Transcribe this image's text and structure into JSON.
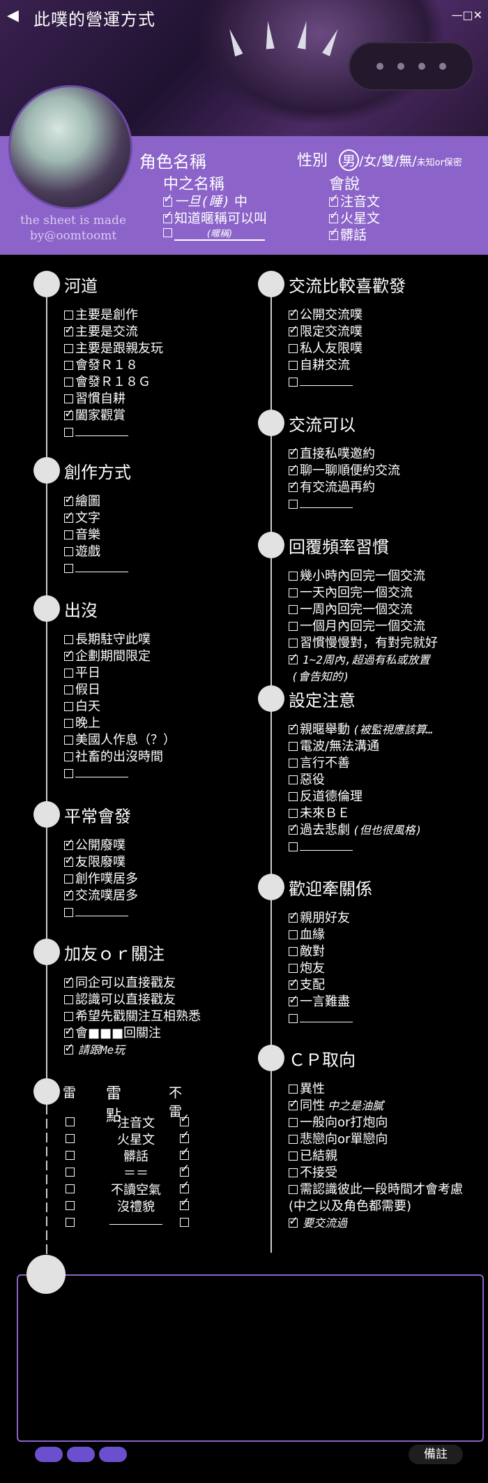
{
  "window": {
    "title": "此噗的營運方式",
    "controls": "—□✕"
  },
  "profile": {
    "credit": "the sheet is made by@oomtoomt",
    "role_name_label": "角色名稱",
    "gender_label": "性別",
    "gender_selected": "男",
    "gender_rest": "/女/雙/無/",
    "gender_small": "未知or保密",
    "nakanohito_label": "中之名稱",
    "nakanohito_opts": [
      {
        "checked": true,
        "text": "一旦(睡)",
        "suffix": "中"
      },
      {
        "checked": true,
        "text": "知道暱稱可以叫"
      },
      {
        "checked": false,
        "blank": "(暱稱)"
      }
    ],
    "speaks_label": "會說",
    "speaks_opts": [
      {
        "checked": true,
        "text": "注音文"
      },
      {
        "checked": true,
        "text": "火星文"
      },
      {
        "checked": true,
        "text": "髒話"
      }
    ]
  },
  "sections": {
    "hedao": {
      "title": "河道",
      "items": [
        {
          "checked": false,
          "text": "主要是創作"
        },
        {
          "checked": true,
          "text": "主要是交流"
        },
        {
          "checked": false,
          "text": "主要是跟親友玩"
        },
        {
          "checked": false,
          "text": "會發Ｒ１８"
        },
        {
          "checked": false,
          "text": "會發Ｒ１８Ｇ"
        },
        {
          "checked": false,
          "text": "習慣自耕"
        },
        {
          "checked": true,
          "text": "闔家觀賞"
        },
        {
          "checked": false,
          "text": ""
        }
      ]
    },
    "chuangzuo": {
      "title": "創作方式",
      "items": [
        {
          "checked": true,
          "text": "繪圖"
        },
        {
          "checked": true,
          "text": "文字"
        },
        {
          "checked": false,
          "text": "音樂"
        },
        {
          "checked": false,
          "text": "遊戲"
        },
        {
          "checked": false,
          "text": ""
        }
      ]
    },
    "chumo": {
      "title": "出沒",
      "items": [
        {
          "checked": false,
          "text": "長期駐守此噗"
        },
        {
          "checked": true,
          "text": "企劃期間限定"
        },
        {
          "checked": false,
          "text": "平日"
        },
        {
          "checked": false,
          "text": "假日"
        },
        {
          "checked": false,
          "text": "白天"
        },
        {
          "checked": false,
          "text": "晚上"
        },
        {
          "checked": false,
          "text": "美國人作息（？）"
        },
        {
          "checked": false,
          "text": "社畜的出沒時間"
        },
        {
          "checked": false,
          "text": ""
        }
      ]
    },
    "pingchang": {
      "title": "平常會發",
      "items": [
        {
          "checked": true,
          "text": "公開廢噗"
        },
        {
          "checked": true,
          "text": "友限廢噗"
        },
        {
          "checked": false,
          "text": "創作噗居多"
        },
        {
          "checked": true,
          "text": "交流噗居多"
        },
        {
          "checked": false,
          "text": ""
        }
      ]
    },
    "jiayou": {
      "title": "加友ｏｒ關注",
      "items": [
        {
          "checked": true,
          "text": "同企可以直接戳友"
        },
        {
          "checked": false,
          "text": "認識可以直接戳友"
        },
        {
          "checked": false,
          "text": "希望先戳關注互相熟悉"
        },
        {
          "checked": true,
          "text": "會■■■回關注"
        },
        {
          "checked": true,
          "text": "",
          "note": "請跟Me玩"
        }
      ]
    },
    "jiaoliu_bijiao": {
      "title": "交流比較喜歡發",
      "items": [
        {
          "checked": true,
          "text": "公開交流噗"
        },
        {
          "checked": true,
          "text": "限定交流噗"
        },
        {
          "checked": false,
          "text": "私人友限噗"
        },
        {
          "checked": false,
          "text": "自耕交流"
        },
        {
          "checked": false,
          "text": ""
        }
      ]
    },
    "jiaoliu_keyi": {
      "title": "交流可以",
      "items": [
        {
          "checked": true,
          "text": "直接私噗邀約"
        },
        {
          "checked": true,
          "text": "聊一聊順便約交流"
        },
        {
          "checked": true,
          "text": "有交流過再約"
        },
        {
          "checked": false,
          "text": ""
        }
      ]
    },
    "huifu": {
      "title": "回覆頻率習慣",
      "items": [
        {
          "checked": false,
          "text": "幾小時內回完一個交流"
        },
        {
          "checked": false,
          "text": "一天內回完一個交流"
        },
        {
          "checked": false,
          "text": "一周內回完一個交流"
        },
        {
          "checked": false,
          "text": "一個月內回完一個交流"
        },
        {
          "checked": false,
          "text": "習慣慢慢對，有對完就好"
        },
        {
          "checked": true,
          "text": "",
          "note": "1~2周內,超過有私或放置"
        },
        {
          "checked": null,
          "text": "",
          "note": "(會告知的)"
        }
      ]
    },
    "sheding": {
      "title": "設定注意",
      "items": [
        {
          "checked": true,
          "text": "親暱舉動",
          "note": "(被監視應該算…"
        },
        {
          "checked": false,
          "text": "電波/無法溝通"
        },
        {
          "checked": false,
          "text": "言行不善"
        },
        {
          "checked": false,
          "text": "惡役"
        },
        {
          "checked": false,
          "text": "反道德倫理"
        },
        {
          "checked": false,
          "text": "未來ＢＥ"
        },
        {
          "checked": true,
          "text": "過去悲劇",
          "note": "(但也很風格)"
        },
        {
          "checked": false,
          "text": ""
        }
      ]
    },
    "huanying": {
      "title": "歡迎牽關係",
      "items": [
        {
          "checked": true,
          "text": "親朋好友"
        },
        {
          "checked": false,
          "text": "血緣"
        },
        {
          "checked": false,
          "text": "敵對"
        },
        {
          "checked": false,
          "text": "炮友"
        },
        {
          "checked": true,
          "text": "支配"
        },
        {
          "checked": true,
          "text": "一言難盡"
        },
        {
          "checked": false,
          "text": ""
        }
      ]
    },
    "cp": {
      "title": "ＣＰ取向",
      "items": [
        {
          "checked": false,
          "text": "異性"
        },
        {
          "checked": true,
          "text": "同性",
          "note": "中之是油膩"
        },
        {
          "checked": false,
          "text": "一般向or打炮向"
        },
        {
          "checked": false,
          "text": "悲戀向or單戀向"
        },
        {
          "checked": false,
          "text": "已結親"
        },
        {
          "checked": false,
          "text": "不接受"
        },
        {
          "checked": false,
          "text": "需認識彼此一段時間才會考慮"
        },
        {
          "checked": null,
          "text": "(中之以及角色都需要)"
        },
        {
          "checked": true,
          "text": "",
          "note": "要交流過"
        }
      ]
    },
    "mine": {
      "title_left": "雷",
      "title_mid": "雷點",
      "title_right": "不雷",
      "rows": [
        {
          "l": false,
          "text": "注音文",
          "r": true
        },
        {
          "l": false,
          "text": "火星文",
          "r": true
        },
        {
          "l": false,
          "text": "髒話",
          "r": true
        },
        {
          "l": false,
          "text": "＝＝",
          "r": true
        },
        {
          "l": false,
          "text": "不讀空氣",
          "r": true
        },
        {
          "l": false,
          "text": "沒禮貌",
          "r": true
        },
        {
          "l": false,
          "text": "",
          "r": false
        }
      ]
    }
  },
  "remark": {
    "label": "備註"
  }
}
